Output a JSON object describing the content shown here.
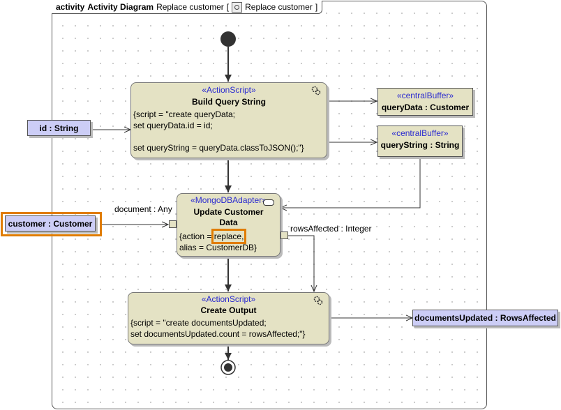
{
  "frame": {
    "kind": "activity",
    "diagram_type": "Activity Diagram",
    "name": "Replace customer",
    "bracket_open": "[",
    "ref_name": "Replace customer",
    "bracket_close": "]"
  },
  "actions": {
    "build_query": {
      "stereotype": "«ActionScript»",
      "name": "Build Query String",
      "body": "{script = \"create queryData;\nset queryData.id = id;\n\nset queryString = queryData.classToJSON();\"}"
    },
    "update_customer": {
      "stereotype": "«MongoDBAdapter»",
      "name_line1": "Update Customer",
      "name_line2": "Data",
      "body_prefix": "{action = ",
      "body_highlight": "replace,",
      "body_line2": "alias = CustomerDB}"
    },
    "create_output": {
      "stereotype": "«ActionScript»",
      "name": "Create Output",
      "body": "{script = \"create documentsUpdated;\nset documentsUpdated.count = rowsAffected;\"}"
    }
  },
  "buffers": {
    "query_data": {
      "stereotype": "«centralBuffer»",
      "name": "queryData : Customer"
    },
    "query_string": {
      "stereotype": "«centralBuffer»",
      "name": "queryString : String"
    }
  },
  "objects": {
    "id": "id : String",
    "customer": "customer : Customer",
    "documents_updated": "documentsUpdated : RowsAffected"
  },
  "pin_labels": {
    "document": "document : Any",
    "rows_affected": "rowsAffected : Integer"
  },
  "colors": {
    "action_fill": "#e4e2c4",
    "object_fill": "#cccdf6",
    "stereotype_text": "#2a2ad0",
    "highlight": "#e07c00"
  }
}
